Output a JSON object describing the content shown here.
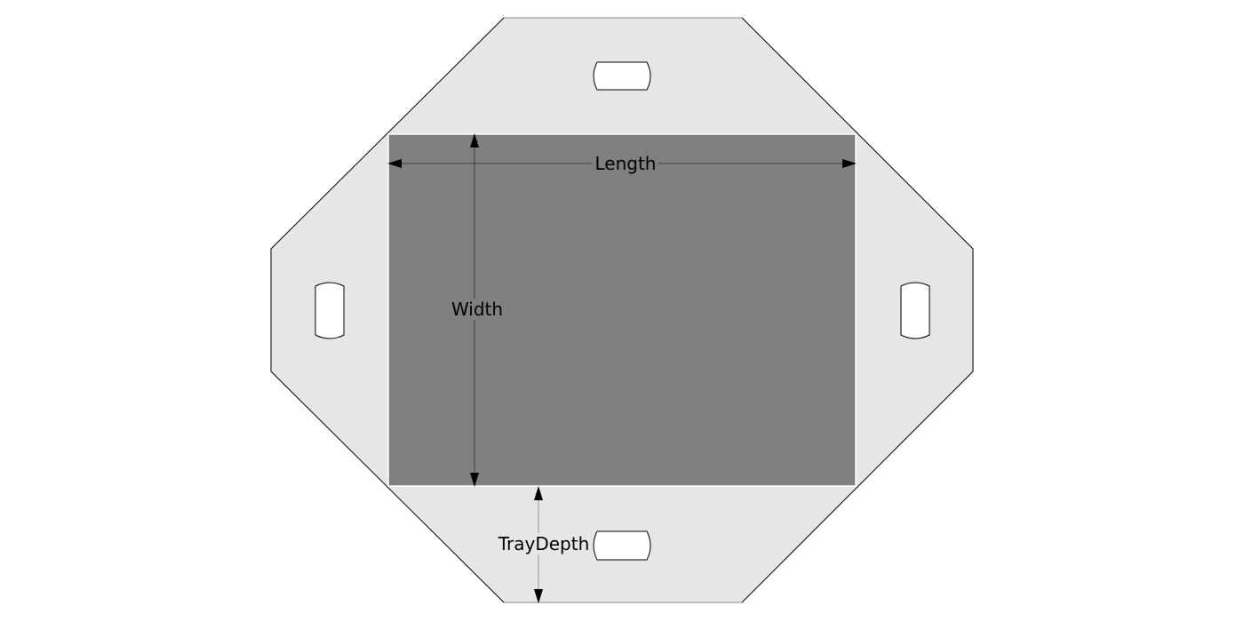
{
  "labels": {
    "length": "Length",
    "width": "Width",
    "tray_depth": "TrayDepth"
  },
  "colors": {
    "flap_fill": "#e6e6e6",
    "base_fill": "#808080",
    "outline": "#000000",
    "handle_fill": "#ffffff"
  }
}
